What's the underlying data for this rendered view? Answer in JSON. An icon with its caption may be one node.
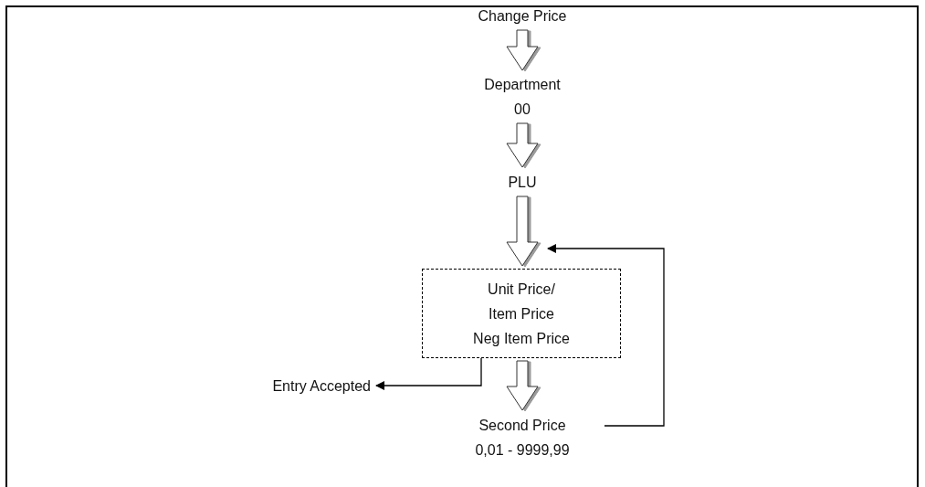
{
  "diagram": {
    "nodes": [
      {
        "text": [
          "Change Price"
        ]
      },
      {
        "text": [
          "Department",
          "00"
        ]
      },
      {
        "text": [
          "PLU"
        ]
      },
      {
        "text": [
          "Unit Price/ Item Price",
          "Neg Item Price"
        ]
      },
      {
        "text": [
          "Second Price",
          "0,01 - 9999,99"
        ]
      },
      {
        "text": [
          "Entry Accepted"
        ]
      }
    ],
    "edges": [
      {
        "from": 0,
        "to": 1,
        "arrow": "to",
        "style": "thick"
      },
      {
        "from": 1,
        "to": 2,
        "arrow": "to",
        "style": "thick"
      },
      {
        "from": 2,
        "to": 3,
        "arrow": "to",
        "style": "thick"
      },
      {
        "from": 3,
        "to": 4,
        "arrow": "to",
        "style": "thick"
      },
      {
        "from": 3,
        "to": 5,
        "arrow": "to"
      },
      {
        "from": 4,
        "to": 3,
        "arrow": "to"
      }
    ]
  }
}
